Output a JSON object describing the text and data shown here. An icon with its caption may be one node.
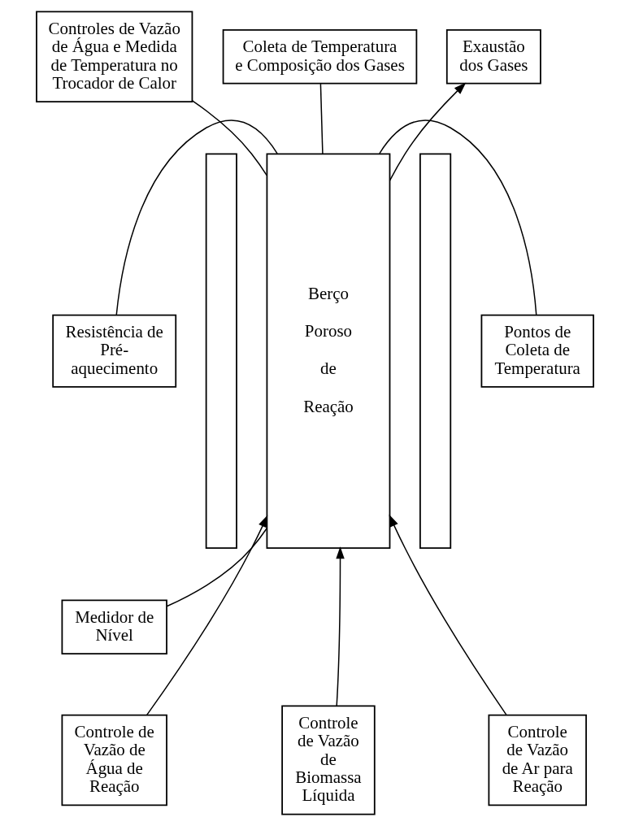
{
  "diagram": {
    "nodes": [
      {
        "text": [
          "Controles de Vazão de Água e Medida de Temperatura no Trocador de Calor"
        ]
      },
      {
        "text": [
          "Coleta de Temperatura e Composição dos Gases"
        ]
      },
      {
        "text": [
          "Exaustão dos Gases"
        ]
      },
      {
        "text": [
          "Resistência de Pré-aquecimento"
        ]
      },
      {
        "text": [],
        "shape": "box"
      },
      {
        "text": [
          "Berço Poroso de Reação"
        ]
      },
      {
        "text": [],
        "shape": "box"
      },
      {
        "text": [
          "Pontos de Coleta de Temperatura"
        ]
      },
      {
        "text": [
          "Medidor de Nível"
        ]
      },
      {
        "text": [
          "Controle de Vazão de Água de Reação"
        ]
      },
      {
        "text": [
          "Controle de Vazão de Biomassa Líquida"
        ]
      },
      {
        "text": [
          "Controle de Vazão de Ar para Reação"
        ]
      }
    ],
    "edges": [
      {
        "from": 0,
        "to": 5,
        "arrow": "none"
      },
      {
        "from": 1,
        "to": 5,
        "arrow": "none"
      },
      {
        "from": 5,
        "to": 2,
        "arrow": "to"
      },
      {
        "from": 3,
        "to": 5,
        "arrow": "none"
      },
      {
        "from": 5,
        "to": 7,
        "arrow": "none"
      },
      {
        "from": 8,
        "to": 5,
        "arrow": "none"
      },
      {
        "from": 9,
        "to": 5,
        "arrow": "to"
      },
      {
        "from": 10,
        "to": 5,
        "arrow": "to"
      },
      {
        "from": 11,
        "to": 5,
        "arrow": "to"
      }
    ]
  }
}
